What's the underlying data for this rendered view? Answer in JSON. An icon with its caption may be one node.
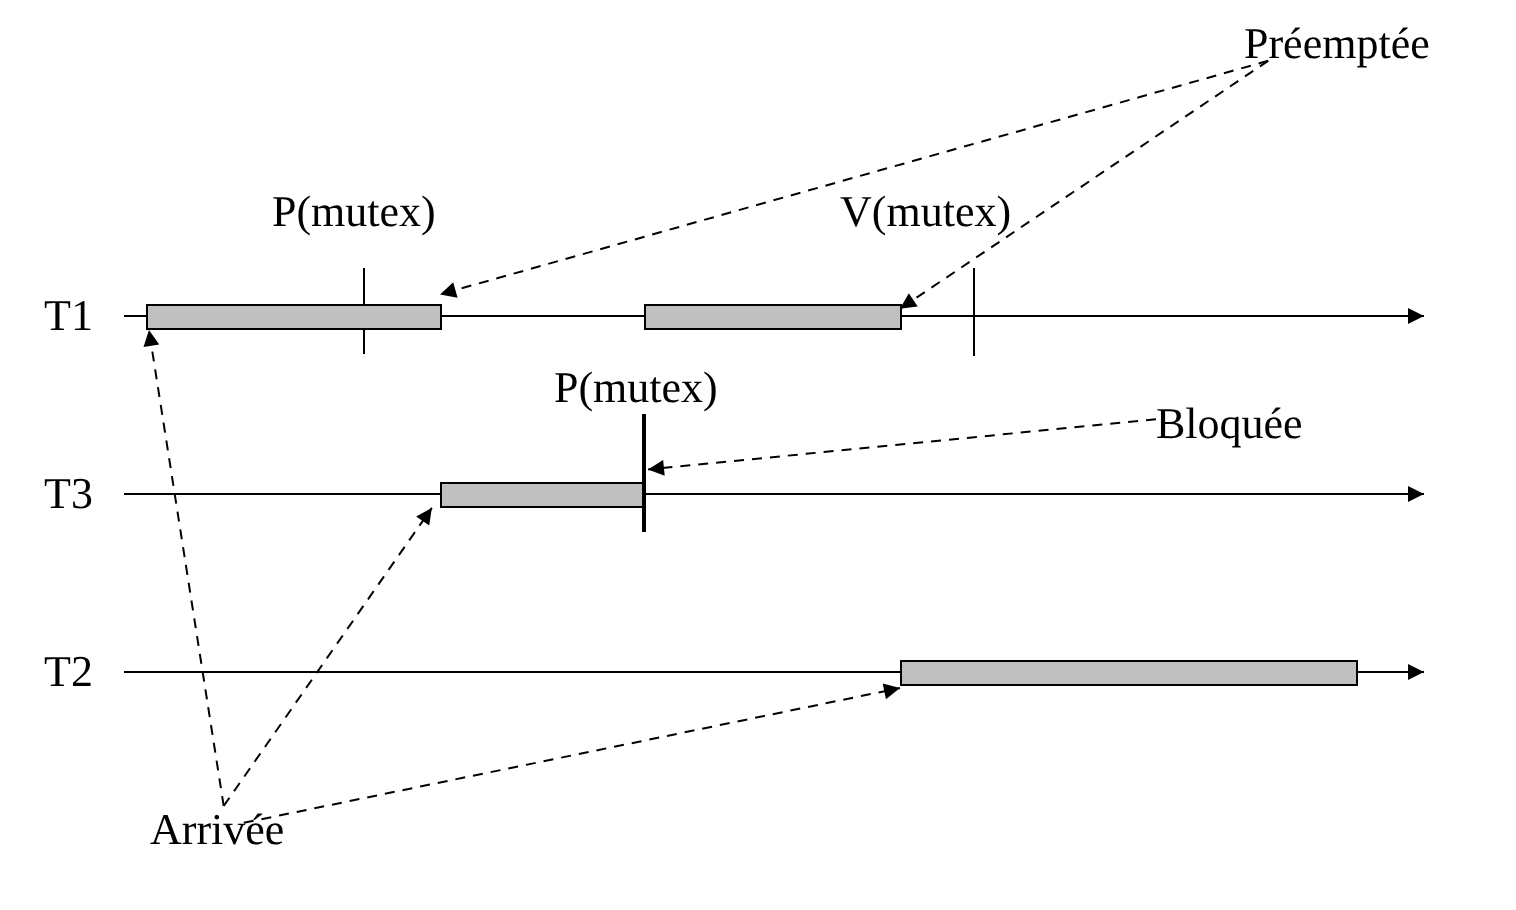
{
  "diagram": {
    "nodes": [
      {
        "text": [
          "Préemptée"
        ]
      },
      {
        "text": [],
        "shape": "bar"
      },
      {
        "text": [],
        "shape": "bar"
      },
      {
        "text": [
          "Bloquée"
        ]
      },
      {
        "text": [],
        "shape": "bar"
      },
      {
        "text": [],
        "shape": "line"
      },
      {
        "text": [],
        "shape": "bar"
      },
      {
        "text": [
          "Arrivée"
        ]
      }
    ],
    "edges": [
      {
        "from": 0,
        "to": 1,
        "arrow": "to",
        "style": "dashed"
      },
      {
        "from": 0,
        "to": 2,
        "arrow": "to",
        "style": "dashed"
      },
      {
        "from": 3,
        "to": 5,
        "arrow": "to",
        "style": "dashed"
      },
      {
        "from": 7,
        "to": 1,
        "arrow": "to",
        "style": "dashed"
      },
      {
        "from": 7,
        "to": 4,
        "arrow": "to",
        "style": "dashed"
      },
      {
        "from": 7,
        "to": 6,
        "arrow": "to",
        "style": "dashed"
      }
    ],
    "labels": [
      "P(mutex)",
      "V(mutex)",
      "T1",
      "P(mutex)",
      "T3",
      "T2"
    ]
  }
}
